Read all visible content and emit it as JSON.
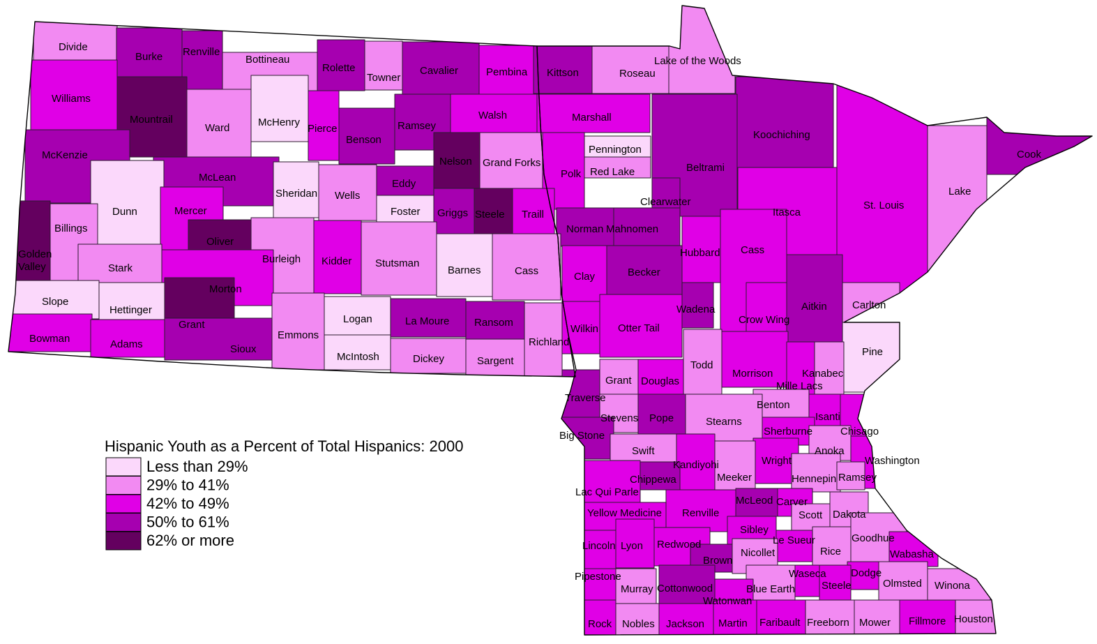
{
  "legend": {
    "title": "Hispanic Youth as a Percent of Total Hispanics: 2000",
    "classes": [
      {
        "id": "c1",
        "label": "Less than 29%",
        "color": "#fbd8fb"
      },
      {
        "id": "c2",
        "label": "29% to 41%",
        "color": "#f28af2"
      },
      {
        "id": "c3",
        "label": "42% to 49%",
        "color": "#e000e6"
      },
      {
        "id": "c4",
        "label": "50% to 61%",
        "color": "#a600b0"
      },
      {
        "id": "c5",
        "label": "62% or more",
        "color": "#64005f"
      }
    ]
  },
  "counties": [
    {
      "name": "Divide",
      "cls": "c2"
    },
    {
      "name": "Burke",
      "cls": "c4"
    },
    {
      "name": "Renville",
      "cls": "c4"
    },
    {
      "name": "Bottineau",
      "cls": "c2"
    },
    {
      "name": "Rolette",
      "cls": "c4"
    },
    {
      "name": "Towner",
      "cls": "c2"
    },
    {
      "name": "Cavalier",
      "cls": "c4"
    },
    {
      "name": "Pembina",
      "cls": "c3"
    },
    {
      "name": "Kittson",
      "cls": "c4"
    },
    {
      "name": "Roseau",
      "cls": "c2"
    },
    {
      "name": "Lake of the Woods",
      "cls": "c2"
    },
    {
      "name": "Williams",
      "cls": "c3"
    },
    {
      "name": "Mountrail",
      "cls": "c5"
    },
    {
      "name": "Ward",
      "cls": "c2"
    },
    {
      "name": "McHenry",
      "cls": "c1"
    },
    {
      "name": "Pierce",
      "cls": "c3"
    },
    {
      "name": "Benson",
      "cls": "c4"
    },
    {
      "name": "Ramsey",
      "cls": "c4"
    },
    {
      "name": "Walsh",
      "cls": "c3"
    },
    {
      "name": "Marshall",
      "cls": "c3"
    },
    {
      "name": "Koochiching",
      "cls": "c4"
    },
    {
      "name": "McKenzie",
      "cls": "c4"
    },
    {
      "name": "Nelson",
      "cls": "c5"
    },
    {
      "name": "Grand Forks",
      "cls": "c2"
    },
    {
      "name": "Pennington",
      "cls": "c1"
    },
    {
      "name": "Red Lake",
      "cls": "c2"
    },
    {
      "name": "Polk",
      "cls": "c3"
    },
    {
      "name": "Beltrami",
      "cls": "c4"
    },
    {
      "name": "Cook",
      "cls": "c4"
    },
    {
      "name": "McLean",
      "cls": "c4"
    },
    {
      "name": "Sheridan",
      "cls": "c1"
    },
    {
      "name": "Wells",
      "cls": "c2"
    },
    {
      "name": "Eddy",
      "cls": "c4"
    },
    {
      "name": "Dunn",
      "cls": "c1"
    },
    {
      "name": "Mercer",
      "cls": "c3"
    },
    {
      "name": "Foster",
      "cls": "c1"
    },
    {
      "name": "Griggs",
      "cls": "c4"
    },
    {
      "name": "Steele",
      "cls": "c5"
    },
    {
      "name": "Traill",
      "cls": "c3"
    },
    {
      "name": "Clearwater",
      "cls": "c4"
    },
    {
      "name": "Itasca",
      "cls": "c3"
    },
    {
      "name": "St. Louis",
      "cls": "c3"
    },
    {
      "name": "Lake",
      "cls": "c2"
    },
    {
      "name": "Billings",
      "cls": "c2"
    },
    {
      "name": "Oliver",
      "cls": "c5"
    },
    {
      "name": "Norman",
      "cls": "c4"
    },
    {
      "name": "Mahnomen",
      "cls": "c4"
    },
    {
      "name": "Golden Valley",
      "cls": "c5"
    },
    {
      "name": "Burleigh",
      "cls": "c2"
    },
    {
      "name": "Kidder",
      "cls": "c3"
    },
    {
      "name": "Stutsman",
      "cls": "c2"
    },
    {
      "name": "Barnes",
      "cls": "c1"
    },
    {
      "name": "Cass",
      "cls": "c2"
    },
    {
      "name": "Hubbard",
      "cls": "c3"
    },
    {
      "name": "Cass",
      "cls": "c3"
    },
    {
      "name": "Stark",
      "cls": "c2"
    },
    {
      "name": "Becker",
      "cls": "c4"
    },
    {
      "name": "Clay",
      "cls": "c3"
    },
    {
      "name": "Morton",
      "cls": "c3"
    },
    {
      "name": "Slope",
      "cls": "c1"
    },
    {
      "name": "Hettinger",
      "cls": "c1"
    },
    {
      "name": "Aitkin",
      "cls": "c4"
    },
    {
      "name": "Carlton",
      "cls": "c2"
    },
    {
      "name": "Wadena",
      "cls": "c4"
    },
    {
      "name": "Logan",
      "cls": "c1"
    },
    {
      "name": "La Moure",
      "cls": "c4"
    },
    {
      "name": "Ransom",
      "cls": "c4"
    },
    {
      "name": "Wilkin",
      "cls": "c3"
    },
    {
      "name": "Crow Wing",
      "cls": "c3"
    },
    {
      "name": "Grant",
      "cls": "c5"
    },
    {
      "name": "Otter Tail",
      "cls": "c3"
    },
    {
      "name": "Emmons",
      "cls": "c2"
    },
    {
      "name": "Richland",
      "cls": "c2"
    },
    {
      "name": "Bowman",
      "cls": "c3"
    },
    {
      "name": "Adams",
      "cls": "c3"
    },
    {
      "name": "Sioux",
      "cls": "c4"
    },
    {
      "name": "Pine",
      "cls": "c1"
    },
    {
      "name": "McIntosh",
      "cls": "c1"
    },
    {
      "name": "Dickey",
      "cls": "c2"
    },
    {
      "name": "Sargent",
      "cls": "c2"
    },
    {
      "name": "Todd",
      "cls": "c2"
    },
    {
      "name": "Morrison",
      "cls": "c3"
    },
    {
      "name": "Kanabec",
      "cls": "c2"
    },
    {
      "name": "Grant",
      "cls": "c2"
    },
    {
      "name": "Douglas",
      "cls": "c3"
    },
    {
      "name": "Mille Lacs",
      "cls": "c3"
    },
    {
      "name": "Traverse",
      "cls": "c4"
    },
    {
      "name": "Benton",
      "cls": "c2"
    },
    {
      "name": "Stevens",
      "cls": "c2"
    },
    {
      "name": "Pope",
      "cls": "c4"
    },
    {
      "name": "Stearns",
      "cls": "c2"
    },
    {
      "name": "Isanti",
      "cls": "c3"
    },
    {
      "name": "Sherburne",
      "cls": "c3"
    },
    {
      "name": "Chisago",
      "cls": "c3"
    },
    {
      "name": "Big Stone",
      "cls": "c4"
    },
    {
      "name": "Swift",
      "cls": "c2"
    },
    {
      "name": "Anoka",
      "cls": "c2"
    },
    {
      "name": "Washington",
      "cls": "c3"
    },
    {
      "name": "Kandiyohi",
      "cls": "c3"
    },
    {
      "name": "Wright",
      "cls": "c3"
    },
    {
      "name": "Chippewa",
      "cls": "c4"
    },
    {
      "name": "Meeker",
      "cls": "c2"
    },
    {
      "name": "Hennepin",
      "cls": "c2"
    },
    {
      "name": "Ramsey",
      "cls": "c2"
    },
    {
      "name": "Lac Qui Parle",
      "cls": "c3"
    },
    {
      "name": "McLeod",
      "cls": "c4"
    },
    {
      "name": "Carver",
      "cls": "c3"
    },
    {
      "name": "Yellow Medicine",
      "cls": "c3"
    },
    {
      "name": "Renville",
      "cls": "c3"
    },
    {
      "name": "Scott",
      "cls": "c2"
    },
    {
      "name": "Dakota",
      "cls": "c2"
    },
    {
      "name": "Sibley",
      "cls": "c3"
    },
    {
      "name": "Le Sueur",
      "cls": "c3"
    },
    {
      "name": "Goodhue",
      "cls": "c2"
    },
    {
      "name": "Lincoln",
      "cls": "c3"
    },
    {
      "name": "Lyon",
      "cls": "c3"
    },
    {
      "name": "Redwood",
      "cls": "c3"
    },
    {
      "name": "Brown",
      "cls": "c4"
    },
    {
      "name": "Nicollet",
      "cls": "c2"
    },
    {
      "name": "Rice",
      "cls": "c2"
    },
    {
      "name": "Wabasha",
      "cls": "c3"
    },
    {
      "name": "Pipestone",
      "cls": "c3"
    },
    {
      "name": "Waseca",
      "cls": "c3"
    },
    {
      "name": "Dodge",
      "cls": "c3"
    },
    {
      "name": "Steele",
      "cls": "c3"
    },
    {
      "name": "Murray",
      "cls": "c2"
    },
    {
      "name": "Cottonwood",
      "cls": "c4"
    },
    {
      "name": "Blue Earth",
      "cls": "c2"
    },
    {
      "name": "Olmsted",
      "cls": "c2"
    },
    {
      "name": "Winona",
      "cls": "c2"
    },
    {
      "name": "Watonwan",
      "cls": "c3"
    },
    {
      "name": "Rock",
      "cls": "c3"
    },
    {
      "name": "Nobles",
      "cls": "c2"
    },
    {
      "name": "Jackson",
      "cls": "c3"
    },
    {
      "name": "Martin",
      "cls": "c3"
    },
    {
      "name": "Faribault",
      "cls": "c3"
    },
    {
      "name": "Freeborn",
      "cls": "c2"
    },
    {
      "name": "Mower",
      "cls": "c2"
    },
    {
      "name": "Fillmore",
      "cls": "c3"
    },
    {
      "name": "Houston",
      "cls": "c2"
    }
  ]
}
